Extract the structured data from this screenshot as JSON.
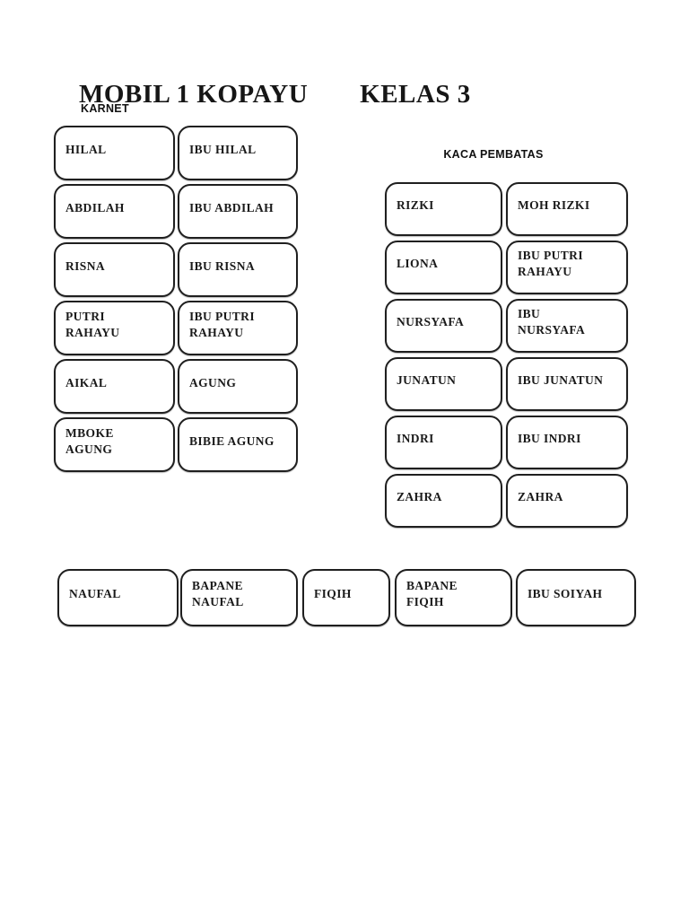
{
  "page": {
    "title_left": "MOBIL 1 KOPAYU",
    "title_right": "KELAS 3"
  },
  "colors": {
    "background": "#ffffff",
    "box_border": "#1f1f1f",
    "text": "#1a1a1a"
  },
  "karnet": {
    "label": "KARNET",
    "cells": [
      "HILAL",
      "IBU HILAL",
      "ABDILAH",
      "IBU ABDILAH",
      "RISNA",
      "IBU RISNA",
      "PUTRI\nRAHAYU",
      "IBU PUTRI\nRAHAYU",
      "AIKAL",
      "AGUNG",
      "MBOKE\nAGUNG",
      "BIBIE AGUNG"
    ]
  },
  "kaca_pembatas": {
    "label": "KACA PEMBATAS",
    "cells": [
      "RIZKI",
      "MOH RIZKI",
      "LIONA",
      "IBU PUTRI\nRAHAYU",
      "NURSYAFA",
      "IBU\nNURSYAFA",
      "JUNATUN",
      "IBU JUNATUN",
      "INDRI",
      "IBU INDRI",
      "ZAHRA",
      "ZAHRA"
    ]
  },
  "bottom_row": {
    "cells": [
      "NAUFAL",
      "BAPANE\nNAUFAL",
      "FIQIH",
      "BAPANE\nFIQIH",
      "IBU SOIYAH"
    ]
  }
}
